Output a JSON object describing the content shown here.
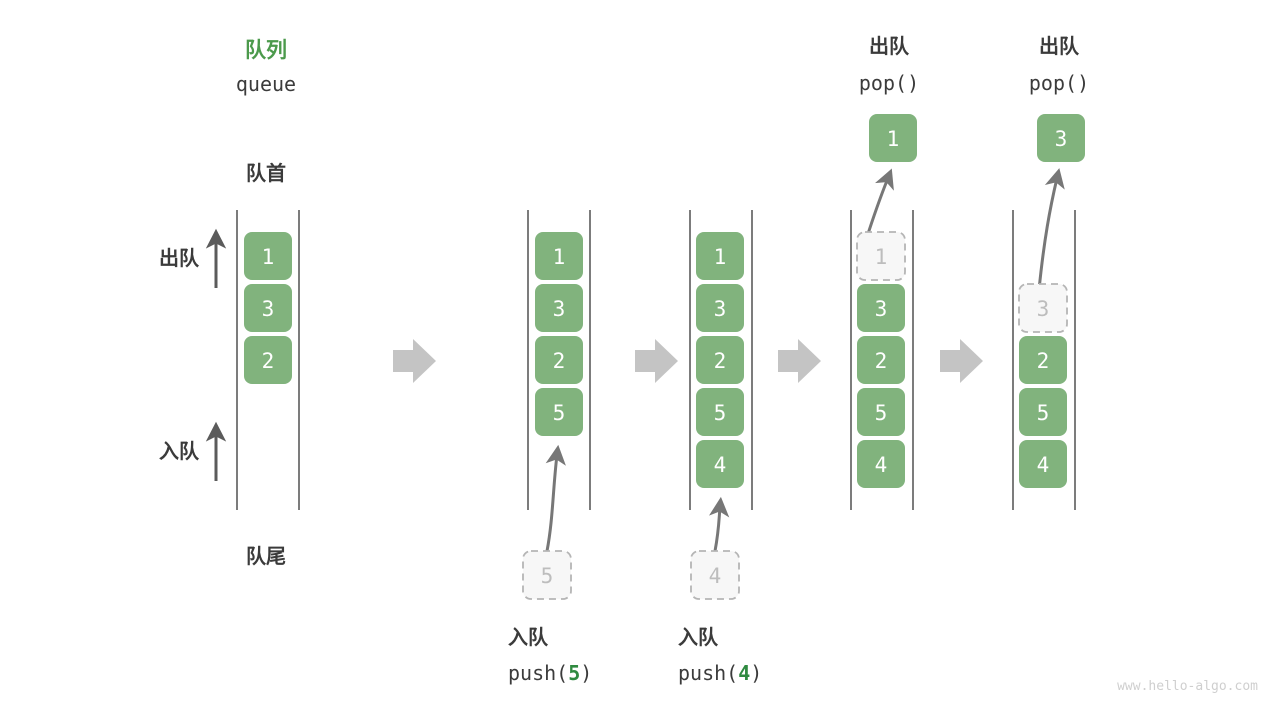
{
  "meta": {
    "watermark": "www.hello-algo.com",
    "colors": {
      "box_fill": "#81b37d",
      "box_text": "#ffffff",
      "title_green": "#4c9a4c",
      "code_green": "#2f8a40",
      "label_dark": "#3b3b3b",
      "rail": "#5b5b5b",
      "ghost_stroke": "#b5b5b5",
      "ghost_fill": "#f7f7f7",
      "ghost_text": "#bdbdbd",
      "step_arrow": "#c4c4c4",
      "curve_arrow": "#777777",
      "background": "#ffffff"
    }
  },
  "title": {
    "cn": "队列",
    "en": "queue"
  },
  "labels": {
    "front": "队首",
    "rear": "队尾",
    "dequeue": "出队",
    "enqueue": "入队"
  },
  "stages": [
    {
      "id": "stage-initial",
      "caption_cn": "",
      "caption_code_prefix": "",
      "caption_code_arg": "",
      "caption_code_suffix": "",
      "boxes": [
        "1",
        "3",
        "2"
      ],
      "ghost_index": -1,
      "incoming": null,
      "popped": null
    },
    {
      "id": "stage-push-5",
      "caption_cn": "入队",
      "caption_code_prefix": "push(",
      "caption_code_arg": "5",
      "caption_code_suffix": ")",
      "boxes": [
        "1",
        "3",
        "2",
        "5"
      ],
      "ghost_index": -1,
      "incoming": "5",
      "popped": null
    },
    {
      "id": "stage-push-4",
      "caption_cn": "入队",
      "caption_code_prefix": "push(",
      "caption_code_arg": "4",
      "caption_code_suffix": ")",
      "boxes": [
        "1",
        "3",
        "2",
        "5",
        "4"
      ],
      "ghost_index": -1,
      "incoming": "4",
      "popped": null
    },
    {
      "id": "stage-pop-1",
      "caption_cn": "出队",
      "caption_code_prefix": "pop(",
      "caption_code_arg": "",
      "caption_code_suffix": ")",
      "boxes": [
        "1",
        "3",
        "2",
        "5",
        "4"
      ],
      "ghost_index": 0,
      "incoming": null,
      "popped": "1"
    },
    {
      "id": "stage-pop-3",
      "caption_cn": "出队",
      "caption_code_prefix": "pop(",
      "caption_code_arg": "",
      "caption_code_suffix": ")",
      "boxes": [
        "3",
        "2",
        "5",
        "4"
      ],
      "ghost_index": 0,
      "incoming": null,
      "popped": "3"
    }
  ],
  "chart_data": {
    "type": "diagram",
    "title": "队列 queue — push / pop 操作示意",
    "sequence": [
      {
        "op": "initial",
        "contents": [
          "1",
          "3",
          "2"
        ]
      },
      {
        "op": "push(5)",
        "contents": [
          "1",
          "3",
          "2",
          "5"
        ]
      },
      {
        "op": "push(4)",
        "contents": [
          "1",
          "3",
          "2",
          "5",
          "4"
        ]
      },
      {
        "op": "pop()",
        "returns": "1",
        "contents": [
          "3",
          "2",
          "5",
          "4"
        ]
      },
      {
        "op": "pop()",
        "returns": "3",
        "contents": [
          "2",
          "5",
          "4"
        ]
      }
    ]
  }
}
